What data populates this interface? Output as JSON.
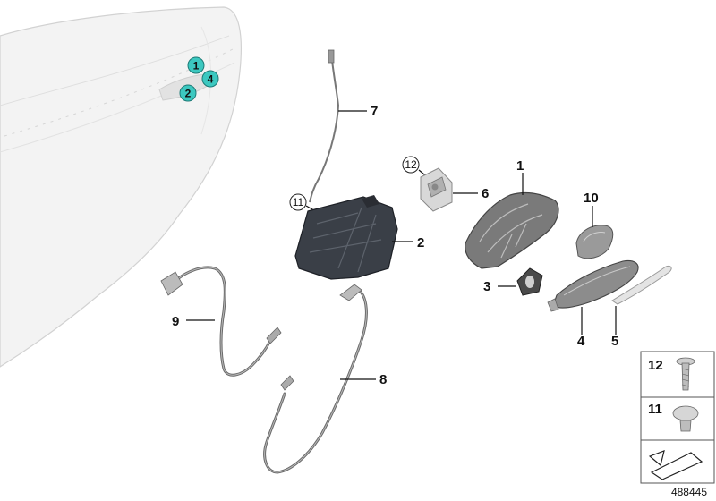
{
  "diagram": {
    "door_callouts": [
      "1",
      "4",
      "2"
    ],
    "callout_color": "#3cc8c0",
    "parts": [
      {
        "id": "7"
      },
      {
        "id": "12"
      },
      {
        "id": "6"
      },
      {
        "id": "1"
      },
      {
        "id": "11"
      },
      {
        "id": "2"
      },
      {
        "id": "10"
      },
      {
        "id": "3"
      },
      {
        "id": "9"
      },
      {
        "id": "4"
      },
      {
        "id": "5"
      },
      {
        "id": "8"
      }
    ],
    "legend": {
      "items": [
        "12",
        "11"
      ]
    },
    "reference_number": "488445"
  }
}
